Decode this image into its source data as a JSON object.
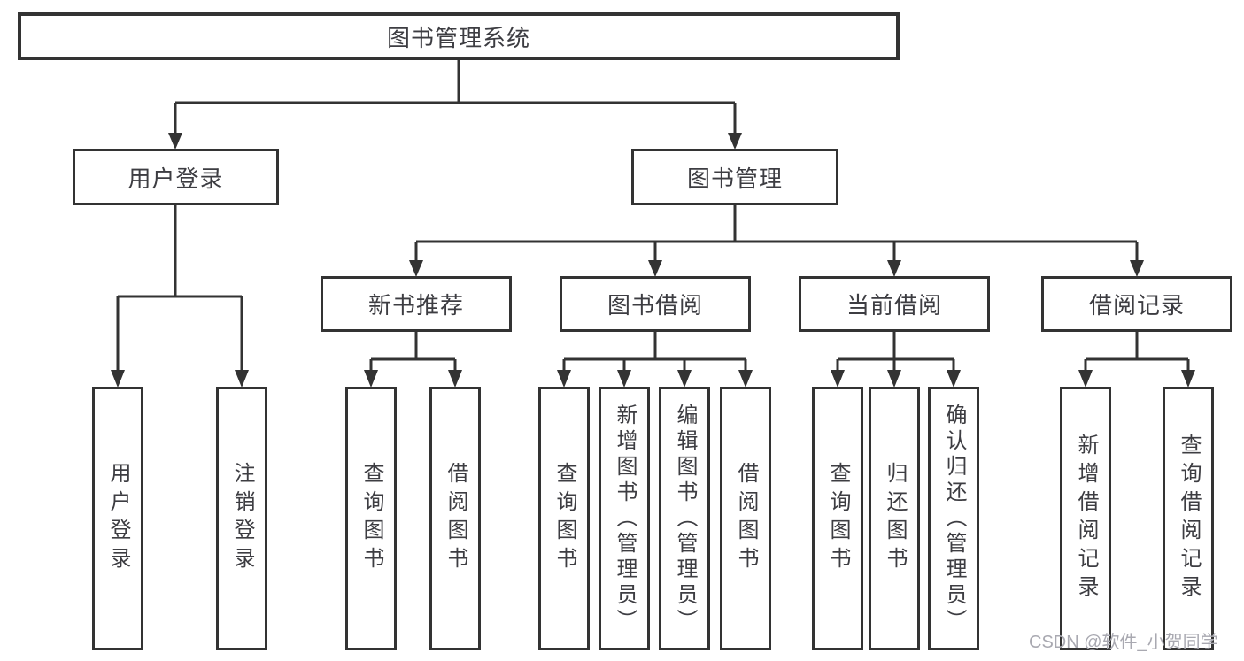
{
  "diagram": {
    "root": {
      "label": "图书管理系统"
    },
    "level2": [
      {
        "label": "用户登录"
      },
      {
        "label": "图书管理"
      }
    ],
    "level3": [
      {
        "label": "新书推荐"
      },
      {
        "label": "图书借阅"
      },
      {
        "label": "当前借阅"
      },
      {
        "label": "借阅记录"
      }
    ],
    "level4": {
      "user_login": [
        {
          "label": "用户登录"
        },
        {
          "label": "注销登录"
        }
      ],
      "new_book": [
        {
          "label": "查询图书"
        },
        {
          "label": "借阅图书"
        }
      ],
      "book_borrow": [
        {
          "label": "查询图书"
        },
        {
          "label": "新增图书（管理员）"
        },
        {
          "label": "编辑图书（管理员）"
        },
        {
          "label": "借阅图书"
        }
      ],
      "current_borrow": [
        {
          "label": "查询图书"
        },
        {
          "label": "归还图书"
        },
        {
          "label": "确认归还（管理员）"
        }
      ],
      "borrow_record": [
        {
          "label": "新增借阅记录"
        },
        {
          "label": "查询借阅记录"
        }
      ]
    }
  },
  "watermark": {
    "text": "CSDN @软件_小贺同学",
    "color": "#a9a9b1"
  },
  "colors": {
    "line": "#333333",
    "text": "#3d3d42",
    "background": "#ffffff",
    "box_fill": "#ffffff"
  }
}
